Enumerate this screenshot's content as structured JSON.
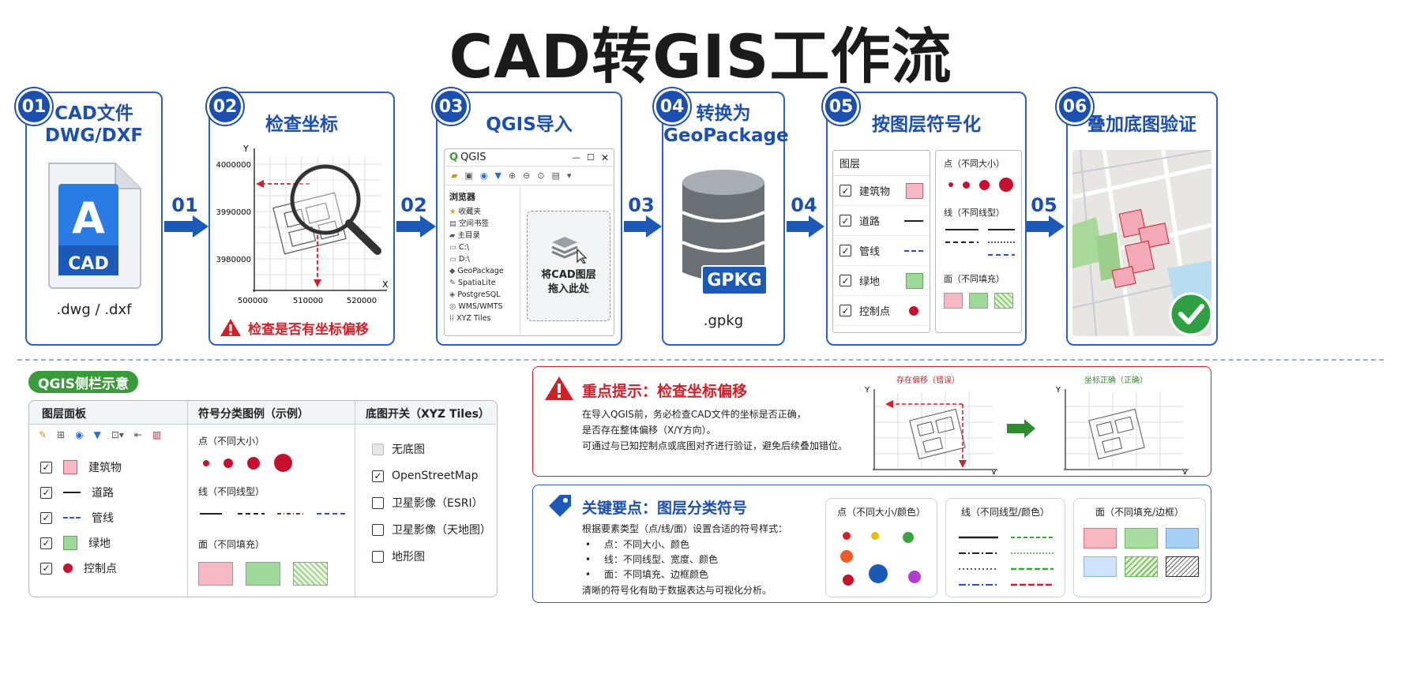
{
  "title": "CAD转GIS工作流",
  "steps": [
    {
      "num": "01",
      "title": "CAD文件\nDWG/DXF",
      "caption": ".dwg / .dxf",
      "icon_text": "CAD",
      "icon_letter": "A"
    },
    {
      "num": "02",
      "title": "检查坐标",
      "warn": "检查是否有坐标偏移",
      "axis_y": "Y",
      "axis_x": "X",
      "yticks": [
        "4000000",
        "3990000",
        "3980000"
      ],
      "xticks": [
        "500000",
        "510000",
        "520000"
      ]
    },
    {
      "num": "03",
      "title": "QGIS导入",
      "app": "QGIS",
      "browser": "浏览器",
      "items": [
        "收藏夹",
        "空间书签",
        "主目录",
        "C:\\",
        "D:\\",
        "GeoPackage",
        "SpatiaLite",
        "PostgreSQL",
        "WMS/WMTS",
        "XYZ Tiles"
      ],
      "drop": "将CAD图层\n拖入此处"
    },
    {
      "num": "04",
      "title": "转换为\nGeoPackage",
      "db_label": "GPKG",
      "caption": ".gpkg"
    },
    {
      "num": "05",
      "title": "按图层符号化",
      "layers_hdr": "图层",
      "layers": [
        "建筑物",
        "道路",
        "管线",
        "绿地",
        "控制点"
      ],
      "pt_lbl": "点（不同大小）",
      "ln_lbl": "线（不同线型）",
      "pg_lbl": "面（不同填充）"
    },
    {
      "num": "06",
      "title": "叠加底图验证"
    }
  ],
  "arrows": [
    "01",
    "02",
    "03",
    "04",
    "05"
  ],
  "sidebar": {
    "tag": "QGIS侧栏示意",
    "col1": "图层面板",
    "col2": "符号分类图例（示例）",
    "col3": "底图开关（XYZ Tiles）",
    "layers": [
      "建筑物",
      "道路",
      "管线",
      "绿地",
      "控制点"
    ],
    "pt": "点（不同大小）",
    "ln": "线（不同线型）",
    "pg": "面（不同填充）",
    "basemaps": [
      {
        "label": "无底图",
        "checked": false,
        "disabled": true
      },
      {
        "label": "OpenStreetMap",
        "checked": true
      },
      {
        "label": "卫星影像（ESRI）",
        "checked": false
      },
      {
        "label": "卫星影像（天地图）",
        "checked": false
      },
      {
        "label": "地形图",
        "checked": false
      }
    ]
  },
  "tip": {
    "title": "重点提示：检查坐标偏移",
    "lines": [
      "在导入QGIS前，务必检查CAD文件的坐标是否正确，",
      "是否存在整体偏移（X/Y方向）。",
      "可通过与已知控制点或底图对齐进行验证，避免后续叠加错位。"
    ],
    "wrong": "存在偏移（错误）",
    "right": "坐标正确（正确）",
    "ax_y": "Y",
    "ax_x": "X"
  },
  "key": {
    "title": "关键要点：图层分类符号",
    "intro": "根据要素类型（点/线/面）设置合适的符号样式：",
    "bullets": [
      "点：不同大小、颜色",
      "线：不同线型、宽度、颜色",
      "面：不同填充、边框颜色"
    ],
    "outro": "清晰的符号化有助于数据表达与可视化分析。",
    "c1": "点（不同大小/颜色）",
    "c2": "线（不同线型/颜色）",
    "c3": "面（不同填充/边框）"
  },
  "colors": {
    "primary": "#1d4fb0",
    "warn": "#d0202a",
    "green": "#2e8b2e"
  }
}
